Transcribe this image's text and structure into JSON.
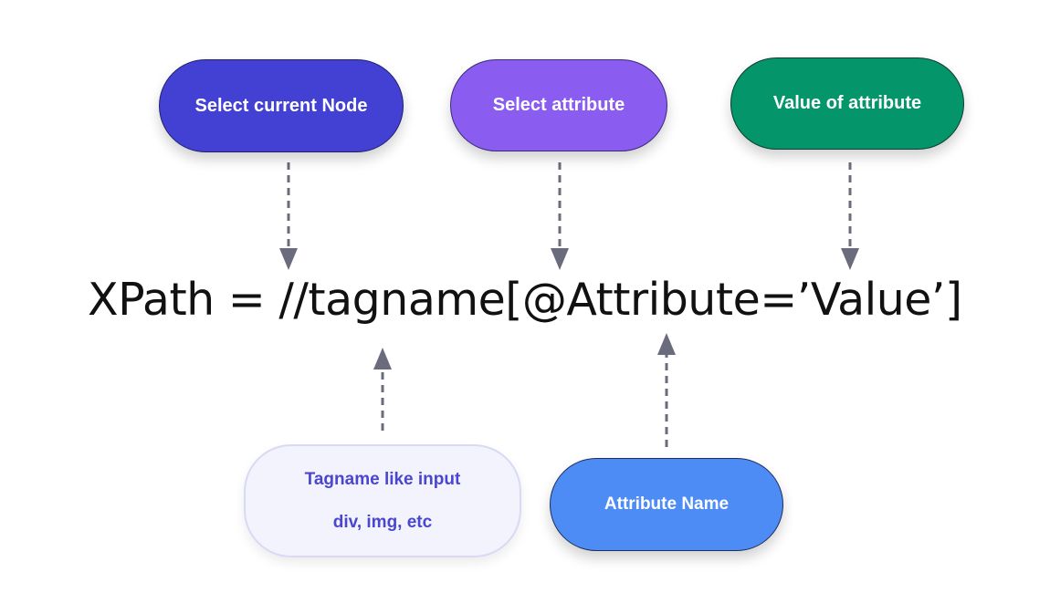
{
  "formula": "XPath = //tagname[@Attribute=’Value’]",
  "callouts": {
    "select_current_node": "Select current Node",
    "select_attribute": "Select attribute",
    "value_of_attribute": "Value of attribute",
    "tagname_line1": "Tagname like input",
    "tagname_line2": "div, img, etc",
    "attribute_name": "Attribute Name"
  },
  "colors": {
    "select_current_node": "#4341d4",
    "select_attribute": "#8a5cf0",
    "value_of_attribute": "#05956a",
    "tagname": "#f3f3fd",
    "attribute_name": "#4d8bf5",
    "arrow": "#6b6b7e"
  }
}
